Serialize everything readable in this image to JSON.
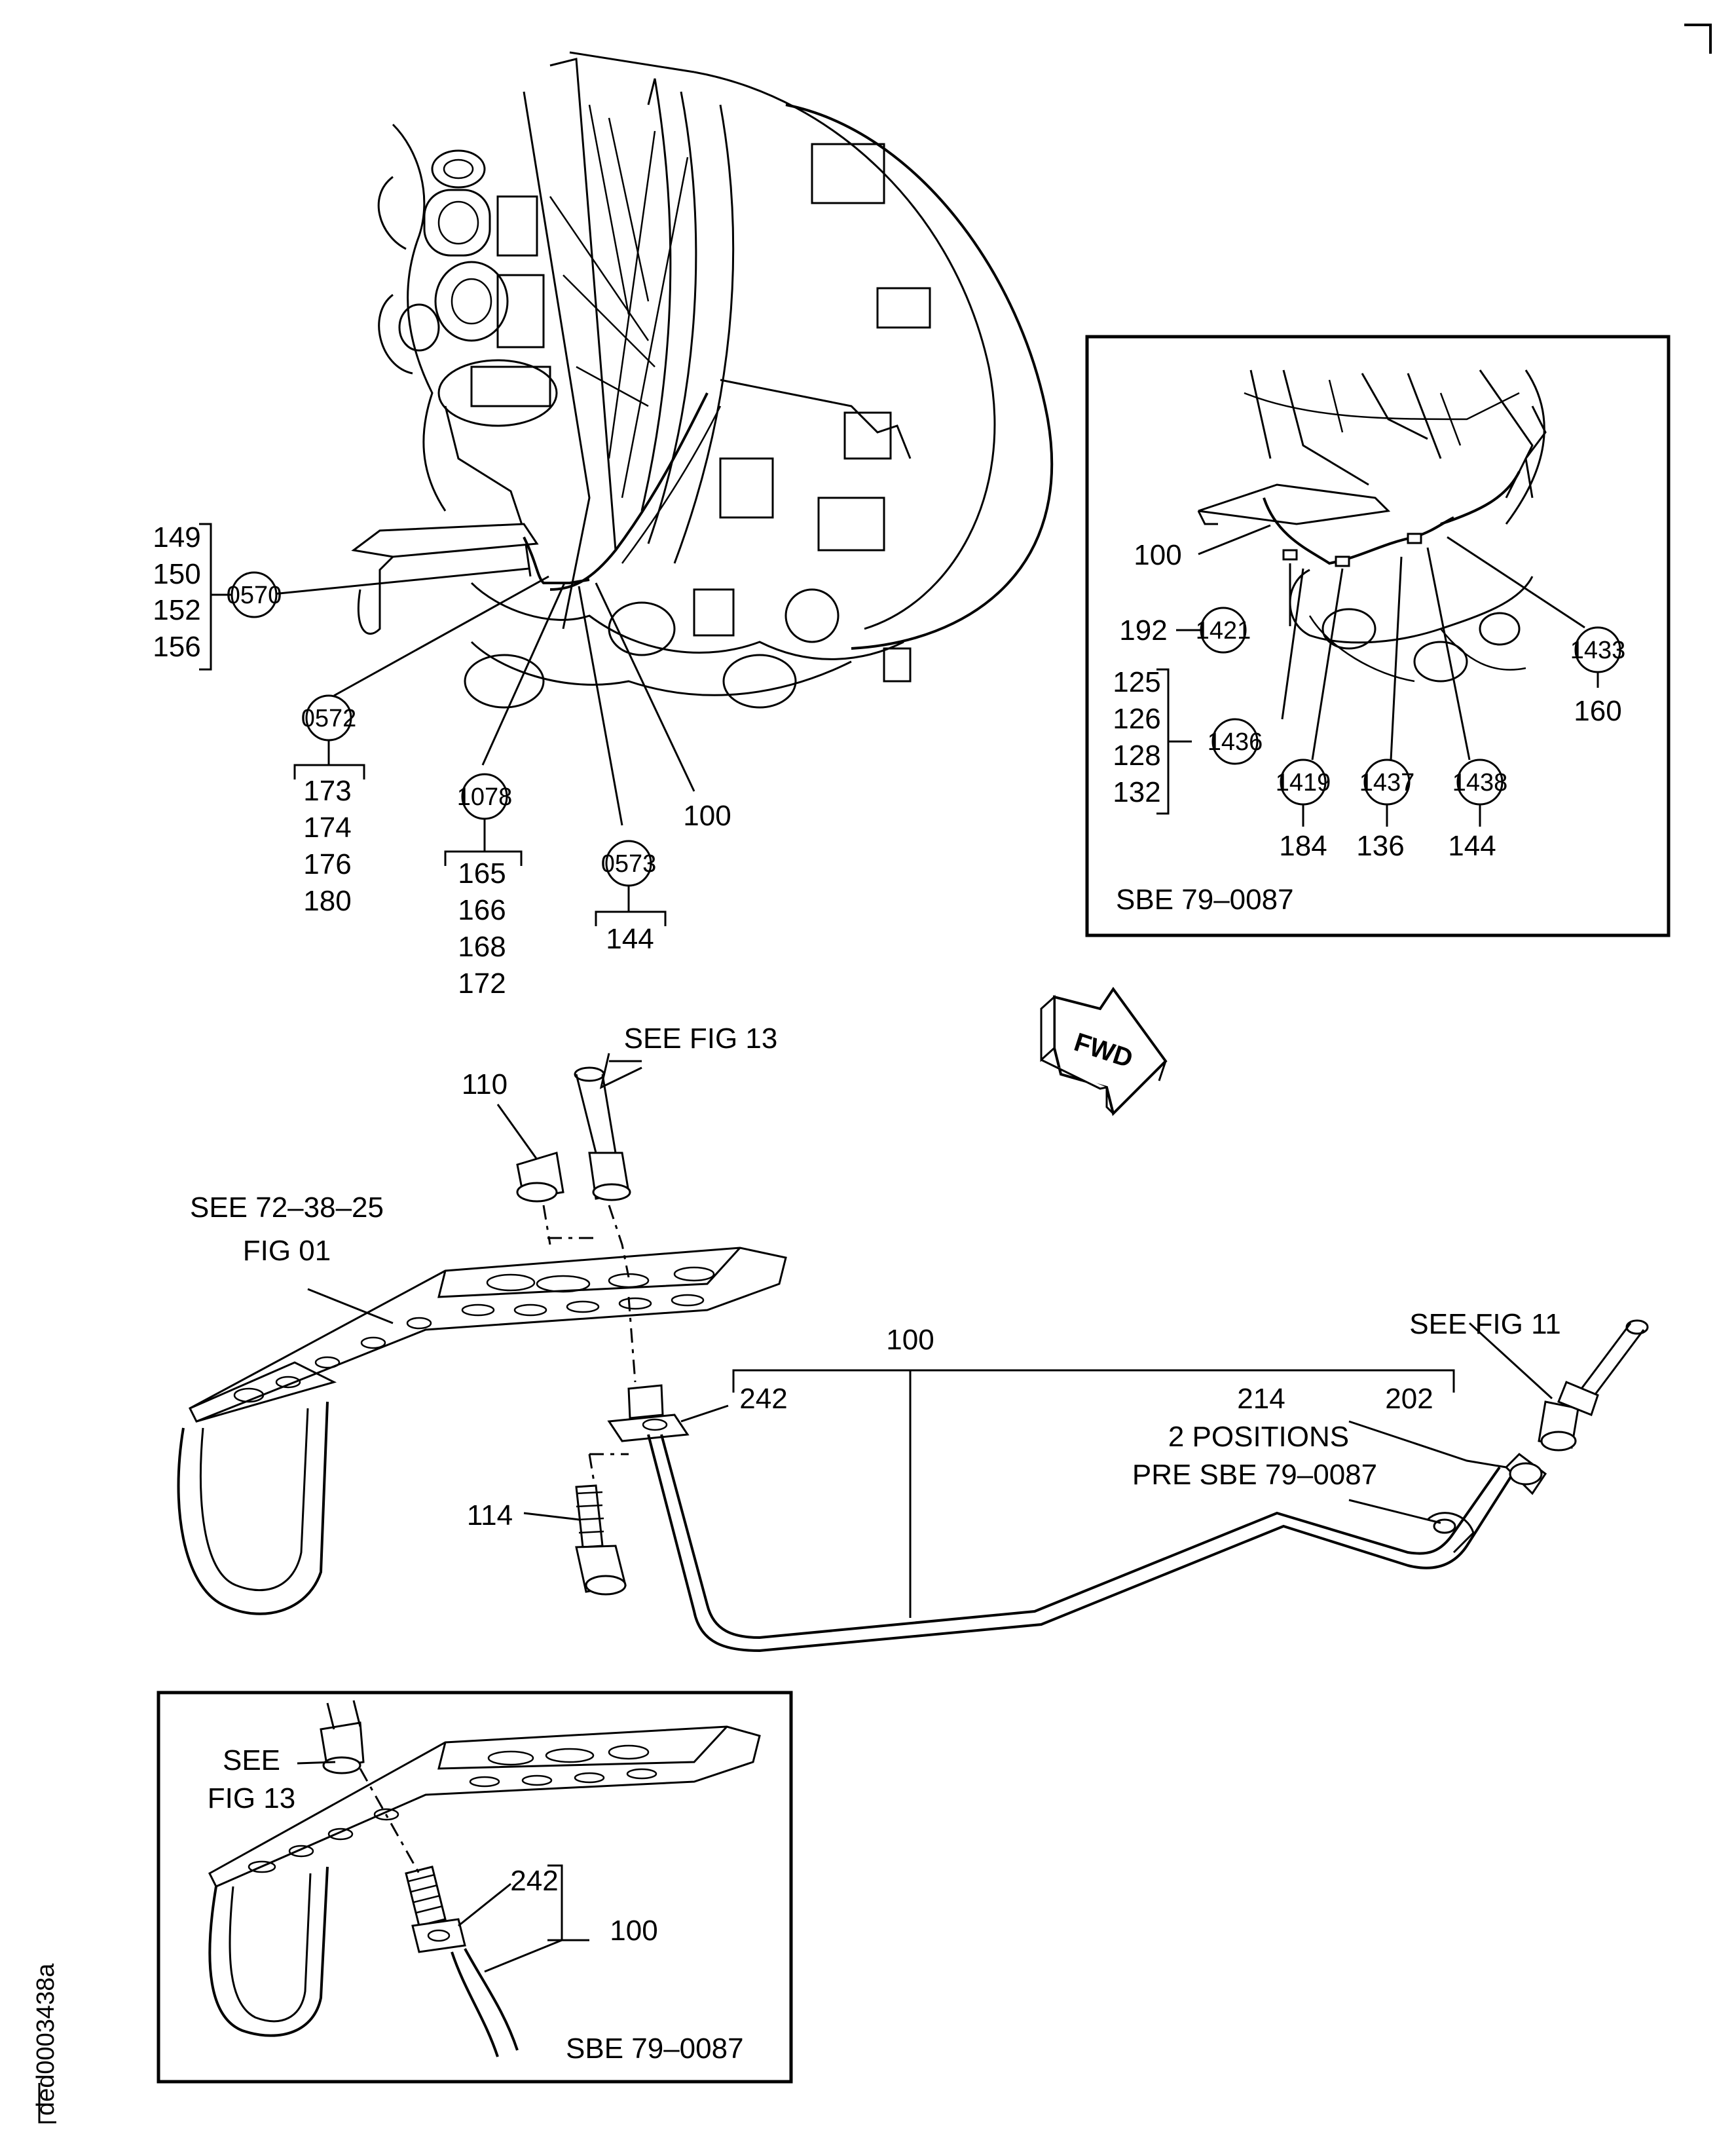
{
  "figure": {
    "doc_id": "ded0003438a",
    "corner_mark": "┐"
  },
  "top_view": {
    "callouts": {
      "c0570": {
        "circle": "0570",
        "items": [
          "149",
          "150",
          "152",
          "156"
        ]
      },
      "c0572": {
        "circle": "0572",
        "items": [
          "173",
          "174",
          "176",
          "180"
        ]
      },
      "c1078": {
        "circle": "1078",
        "items": [
          "165",
          "166",
          "168",
          "172"
        ]
      },
      "c0573": {
        "circle": "0573",
        "items": [
          "144"
        ]
      },
      "tube_label": "100"
    }
  },
  "inset_top": {
    "title": "SBE 79–0087",
    "tube_label": "100",
    "callouts": {
      "c1421": {
        "circle": "1421",
        "items": [
          "192"
        ]
      },
      "c1436": {
        "circle": "1436",
        "items": [
          "125",
          "126",
          "128",
          "132"
        ]
      },
      "c1419": {
        "circle": "1419",
        "items": [
          "184"
        ]
      },
      "c1437": {
        "circle": "1437",
        "items": [
          "136"
        ]
      },
      "c1438": {
        "circle": "1438",
        "items": [
          "144"
        ]
      },
      "c1433": {
        "circle": "1433",
        "items": [
          "160"
        ]
      }
    }
  },
  "fwd_arrow": {
    "label": "FWD"
  },
  "exploded_view": {
    "see_fig13": "SEE FIG 13",
    "label_110": "110",
    "see_72": "SEE 72–38–25",
    "fig01": "FIG 01",
    "label_100": "100",
    "label_242": "242",
    "label_214": "214",
    "positions": "2 POSITIONS",
    "pre_sbe": "PRE SBE 79–0087",
    "label_202": "202",
    "see_fig11": "SEE FIG 11",
    "label_114": "114"
  },
  "inset_bottom": {
    "title": "SBE 79–0087",
    "see": "SEE",
    "fig13": "FIG 13",
    "label_242": "242",
    "label_100": "100"
  }
}
